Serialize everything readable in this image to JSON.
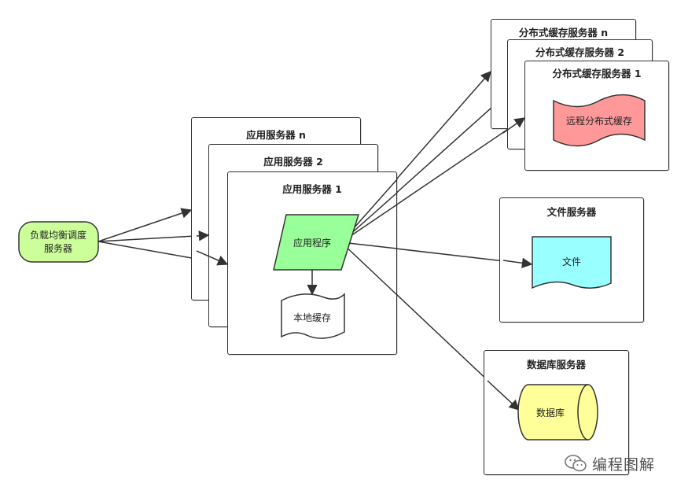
{
  "load_balancer": {
    "label_line1": "负载均衡调度",
    "label_line2": "服务器",
    "fill": "#ccff99"
  },
  "app_servers": [
    {
      "title": "应用服务器 n"
    },
    {
      "title": "应用服务器 2"
    },
    {
      "title": "应用服务器 1"
    }
  ],
  "app_program": {
    "label": "应用程序",
    "fill": "#99ff99"
  },
  "local_cache": {
    "label": "本地缓存"
  },
  "cache_servers": [
    {
      "title": "分布式缓存服务器 n"
    },
    {
      "title": "分布式缓存服务器 2"
    },
    {
      "title": "分布式缓存服务器 1"
    }
  ],
  "remote_cache": {
    "label": "远程分布式缓存",
    "fill": "#ff9999"
  },
  "file_server": {
    "title": "文件服务器"
  },
  "file": {
    "label": "文件",
    "fill": "#99ffff"
  },
  "db_server": {
    "title": "数据库服务器"
  },
  "database": {
    "label": "数据库",
    "fill": "#ffff99"
  },
  "watermark": {
    "text": "编程图解"
  }
}
